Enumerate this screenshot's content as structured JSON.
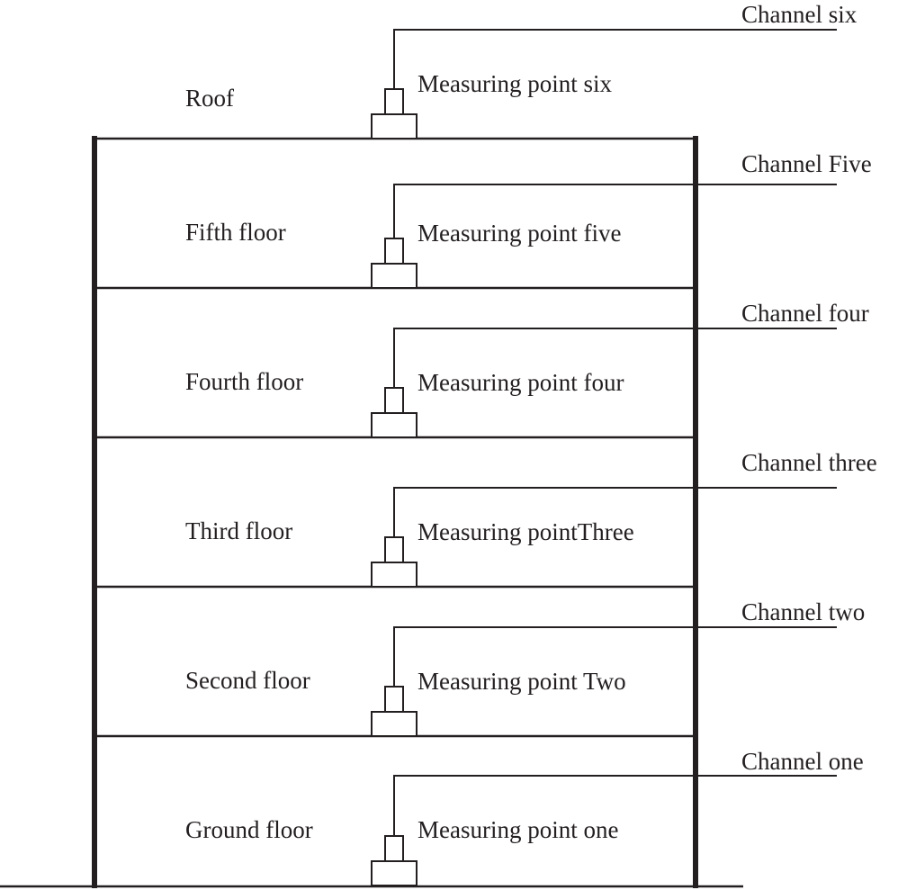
{
  "floors": [
    {
      "floor_label": "Roof",
      "point_label": "Measuring point six",
      "channel_label": "Channel six"
    },
    {
      "floor_label": "Fifth floor",
      "point_label": "Measuring point five",
      "channel_label": "Channel Five"
    },
    {
      "floor_label": "Fourth floor",
      "point_label": "Measuring point four",
      "channel_label": "Channel four"
    },
    {
      "floor_label": "Third floor",
      "point_label": "Measuring pointThree",
      "channel_label": "Channel three"
    },
    {
      "floor_label": "Second floor",
      "point_label": "Measuring point Two",
      "channel_label": "Channel two"
    },
    {
      "floor_label": "Ground floor",
      "point_label": "Measuring point one",
      "channel_label": "Channel one"
    }
  ]
}
